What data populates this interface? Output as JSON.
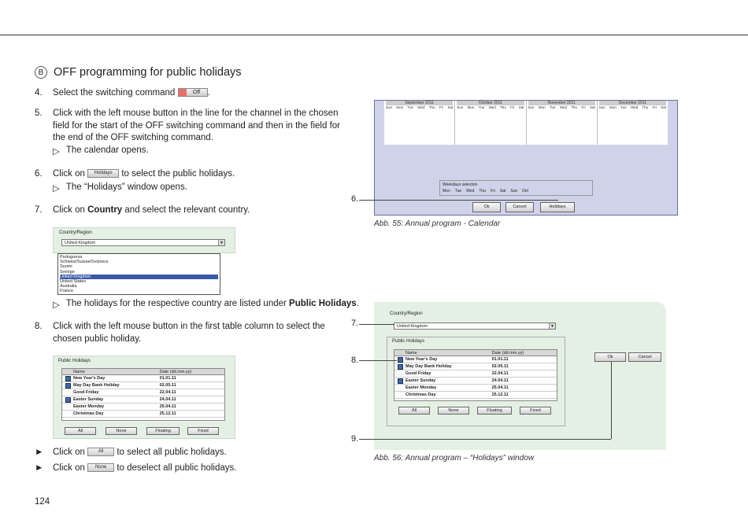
{
  "heading": {
    "marker": "B",
    "title": "OFF programming for public holidays"
  },
  "steps": {
    "s4": {
      "num": "4.",
      "text_before": "Select the switching command",
      "text_after": "."
    },
    "s5": {
      "num": "5.",
      "text": "Click with the left mouse button in the line for the channel in the chosen field for the start of the OFF switching command and then in the field for the end of the OFF switching command.",
      "sub": "The calendar opens."
    },
    "s6": {
      "num": "6.",
      "text_before": "Click on",
      "text_after": "to select the public holidays.",
      "sub": "The “Holidays” window opens."
    },
    "s7": {
      "num": "7.",
      "text_before": "Click on",
      "bold": "Country",
      "text_after": "and select the relevant country.",
      "sub_before": "The holidays for the respective country are listed under",
      "sub_bold": "Public Holidays",
      "sub_after": "."
    },
    "s8": {
      "num": "8.",
      "text": "Click with the left mouse button in the first table column to select the chosen public holiday."
    }
  },
  "buttons_inline": {
    "off": "Off",
    "holidays": "Holidays",
    "all": "All",
    "none": "None"
  },
  "bullets": [
    {
      "before": "Click on",
      "after": "to select all public holidays."
    },
    {
      "before": "Click on",
      "after": "to deselect all public holidays."
    }
  ],
  "arrow_symbol": "▷",
  "bullet_symbol": "►",
  "country_shot": {
    "label": "Country/Region",
    "selected": "United Kingdom",
    "options": [
      "Portuguesa",
      "Schweiz/Suisse/Svizzera",
      "Suomi",
      "Sverige",
      "United Kingdom",
      "United States",
      "Australia",
      "France"
    ]
  },
  "holiday_shot": {
    "group": "Public Holidays",
    "col_name": "Name",
    "col_date": "Date (dd.mm.yy)",
    "rows": [
      {
        "name": "New Year's Day",
        "date": "01.01.11",
        "checked": true
      },
      {
        "name": "May Day Bank Holiday",
        "date": "02.05.11",
        "checked": true
      },
      {
        "name": "Good Friday",
        "date": "22.04.11",
        "checked": false
      },
      {
        "name": "Easter Sunday",
        "date": "24.04.11",
        "checked": true
      },
      {
        "name": "Easter Monday",
        "date": "25.04.11",
        "checked": false
      },
      {
        "name": "Christmas Day",
        "date": "25.12.11",
        "checked": false
      }
    ],
    "buttons": [
      "All",
      "None",
      "Floating",
      "Fixed"
    ]
  },
  "calendar": {
    "months": [
      {
        "name": "September",
        "year": "2011"
      },
      {
        "name": "October",
        "year": "2011"
      },
      {
        "name": "November",
        "year": "2011"
      },
      {
        "name": "December",
        "year": "2011"
      }
    ],
    "days": [
      "Sun",
      "Mon",
      "Tue",
      "Wed",
      "Thu",
      "Fri",
      "Sat"
    ],
    "weekdays_label": "Weekdays selection",
    "weekdays": [
      "Mon",
      "Tue",
      "Wed",
      "Thu",
      "Fri",
      "Sat",
      "Sun",
      "Del"
    ],
    "buttons": [
      "Ok",
      "Cancel",
      "Holidays"
    ]
  },
  "callouts": {
    "c6": "6.",
    "c7": "7.",
    "c8": "8.",
    "c9": "9."
  },
  "captions": {
    "abb55": "Abb. 55:  Annual program - Calendar",
    "abb56": "Abb. 56:  Annual program – “Holidays” window"
  },
  "holidays_window": {
    "ok": "Ok",
    "cancel": "Cancel"
  },
  "page_number": "124"
}
